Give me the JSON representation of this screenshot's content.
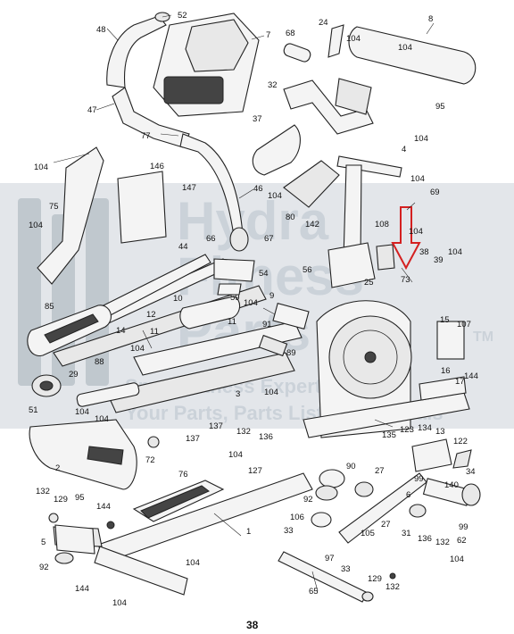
{
  "page_number": "38",
  "watermark": {
    "brand_line1": "Hydra",
    "brand_line2": "Fitness",
    "brand_line3": "Parts",
    "trademark": "TM",
    "tagline1": "Smart Fitness Expert",
    "tagline2": "Your Parts, Parts Lists, & Manuals"
  },
  "accent_color": "#d42020",
  "callouts": [
    {
      "id": "c52",
      "text": "52"
    },
    {
      "id": "c48",
      "text": "48"
    },
    {
      "id": "c7",
      "text": "7"
    },
    {
      "id": "c68",
      "text": "68"
    },
    {
      "id": "c24",
      "text": "24"
    },
    {
      "id": "c104a",
      "text": "104"
    },
    {
      "id": "c8",
      "text": "8"
    },
    {
      "id": "c104b",
      "text": "104"
    },
    {
      "id": "c95a",
      "text": "95"
    },
    {
      "id": "c47",
      "text": "47"
    },
    {
      "id": "c32",
      "text": "32"
    },
    {
      "id": "c37",
      "text": "37"
    },
    {
      "id": "c104c",
      "text": "104"
    },
    {
      "id": "c4",
      "text": "4"
    },
    {
      "id": "c77",
      "text": "77"
    },
    {
      "id": "c104d",
      "text": "104"
    },
    {
      "id": "c146",
      "text": "146"
    },
    {
      "id": "c147",
      "text": "147"
    },
    {
      "id": "c46",
      "text": "46"
    },
    {
      "id": "c104e",
      "text": "104"
    },
    {
      "id": "c104f",
      "text": "104"
    },
    {
      "id": "c69",
      "text": "69"
    },
    {
      "id": "c75",
      "text": "75"
    },
    {
      "id": "c80",
      "text": "80"
    },
    {
      "id": "c142",
      "text": "142"
    },
    {
      "id": "c104g",
      "text": "104"
    },
    {
      "id": "c66",
      "text": "66"
    },
    {
      "id": "c67",
      "text": "67"
    },
    {
      "id": "c108",
      "text": "108"
    },
    {
      "id": "c104h",
      "text": "104"
    },
    {
      "id": "c44",
      "text": "44"
    },
    {
      "id": "c38",
      "text": "38"
    },
    {
      "id": "c104i",
      "text": "104"
    },
    {
      "id": "c56",
      "text": "56"
    },
    {
      "id": "c39",
      "text": "39"
    },
    {
      "id": "c54",
      "text": "54"
    },
    {
      "id": "c25",
      "text": "25"
    },
    {
      "id": "c73",
      "text": "73"
    },
    {
      "id": "c10",
      "text": "10"
    },
    {
      "id": "c59",
      "text": "59"
    },
    {
      "id": "c9",
      "text": "9"
    },
    {
      "id": "c85",
      "text": "85"
    },
    {
      "id": "c12",
      "text": "12"
    },
    {
      "id": "c104j",
      "text": "104"
    },
    {
      "id": "c14",
      "text": "14"
    },
    {
      "id": "c11a",
      "text": "11"
    },
    {
      "id": "c11b",
      "text": "11"
    },
    {
      "id": "c91",
      "text": "91"
    },
    {
      "id": "c15",
      "text": "15"
    },
    {
      "id": "c107",
      "text": "107"
    },
    {
      "id": "c29",
      "text": "29"
    },
    {
      "id": "c88",
      "text": "88"
    },
    {
      "id": "c104k",
      "text": "104"
    },
    {
      "id": "c89",
      "text": "89"
    },
    {
      "id": "c16",
      "text": "16"
    },
    {
      "id": "c17",
      "text": "17"
    },
    {
      "id": "c144a",
      "text": "144"
    },
    {
      "id": "c51",
      "text": "51"
    },
    {
      "id": "c104l",
      "text": "104"
    },
    {
      "id": "c3",
      "text": "3"
    },
    {
      "id": "c104m",
      "text": "104"
    },
    {
      "id": "c104n",
      "text": "104"
    },
    {
      "id": "c137a",
      "text": "137"
    },
    {
      "id": "c137b",
      "text": "137"
    },
    {
      "id": "c123",
      "text": "123"
    },
    {
      "id": "c134",
      "text": "134"
    },
    {
      "id": "c13",
      "text": "13"
    },
    {
      "id": "c122",
      "text": "122"
    },
    {
      "id": "c132a",
      "text": "132"
    },
    {
      "id": "c136a",
      "text": "136"
    },
    {
      "id": "c2",
      "text": "2"
    },
    {
      "id": "c72",
      "text": "72"
    },
    {
      "id": "c104o",
      "text": "104"
    },
    {
      "id": "c127",
      "text": "127"
    },
    {
      "id": "c135",
      "text": "135"
    },
    {
      "id": "c90",
      "text": "90"
    },
    {
      "id": "c27a",
      "text": "27"
    },
    {
      "id": "c99a",
      "text": "99"
    },
    {
      "id": "c34",
      "text": "34"
    },
    {
      "id": "c76",
      "text": "76"
    },
    {
      "id": "c95b",
      "text": "95"
    },
    {
      "id": "c132b",
      "text": "132"
    },
    {
      "id": "c129a",
      "text": "129"
    },
    {
      "id": "c144b",
      "text": "144"
    },
    {
      "id": "c92a",
      "text": "92"
    },
    {
      "id": "c140",
      "text": "140"
    },
    {
      "id": "c6",
      "text": "6"
    },
    {
      "id": "c1",
      "text": "1"
    },
    {
      "id": "c106",
      "text": "106"
    },
    {
      "id": "c27b",
      "text": "27"
    },
    {
      "id": "c33a",
      "text": "33"
    },
    {
      "id": "c105",
      "text": "105"
    },
    {
      "id": "c31",
      "text": "31"
    },
    {
      "id": "c136b",
      "text": "136"
    },
    {
      "id": "c132c",
      "text": "132"
    },
    {
      "id": "c99b",
      "text": "99"
    },
    {
      "id": "c62",
      "text": "62"
    },
    {
      "id": "c5",
      "text": "5"
    },
    {
      "id": "c104p",
      "text": "104"
    },
    {
      "id": "c97",
      "text": "97"
    },
    {
      "id": "c104q",
      "text": "104"
    },
    {
      "id": "c92b",
      "text": "92"
    },
    {
      "id": "c144c",
      "text": "144"
    },
    {
      "id": "c33b",
      "text": "33"
    },
    {
      "id": "c65",
      "text": "65"
    },
    {
      "id": "c129b",
      "text": "129"
    },
    {
      "id": "c132d",
      "text": "132"
    },
    {
      "id": "c104r",
      "text": "104"
    }
  ]
}
